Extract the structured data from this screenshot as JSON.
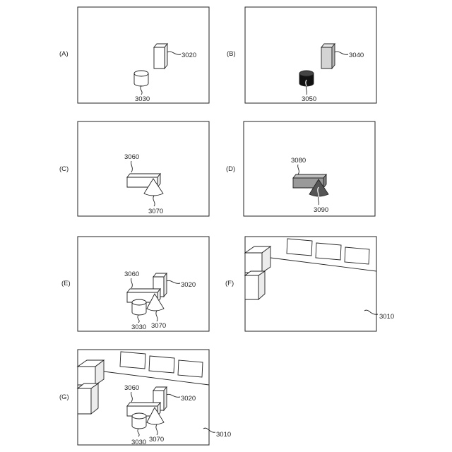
{
  "panels": {
    "A": {
      "label": "(A)",
      "ref_box": "3020",
      "ref_cylinder": "3030"
    },
    "B": {
      "label": "(B)",
      "ref_box": "3040",
      "ref_cylinder": "3050"
    },
    "C": {
      "label": "(C)",
      "ref_bar": "3060",
      "ref_cone": "3070"
    },
    "D": {
      "label": "(D)",
      "ref_bar": "3080",
      "ref_cone": "3090"
    },
    "E": {
      "label": "(E)",
      "ref_bar": "3060",
      "ref_box": "3020",
      "ref_cylinder": "3030",
      "ref_cone": "3070"
    },
    "F": {
      "label": "(F)",
      "ref_room": "3010"
    },
    "G": {
      "label": "(G)",
      "ref_bar": "3060",
      "ref_box": "3020",
      "ref_cylinder": "3030",
      "ref_cone": "3070",
      "ref_room": "3010"
    }
  },
  "colors": {
    "outline": "#222222",
    "white_face": "#ffffff",
    "light_gray": "#d4d4d4",
    "medium_gray": "#9a9a9a",
    "dark_gray": "#555555",
    "black": "#111111"
  }
}
